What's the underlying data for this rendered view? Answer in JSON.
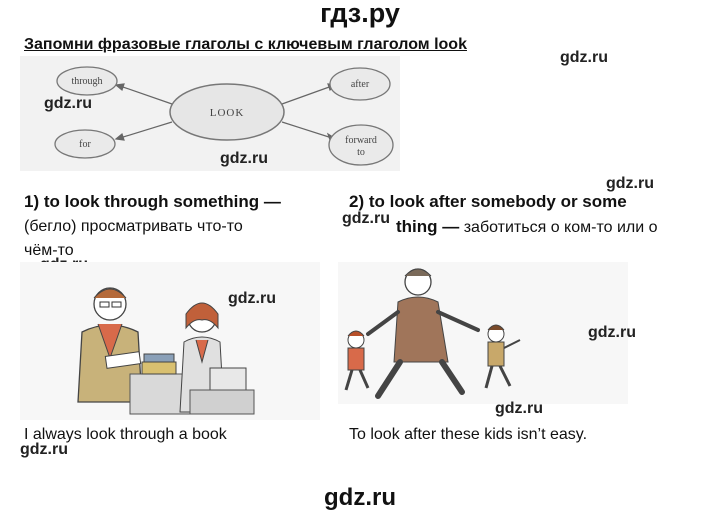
{
  "site_header": "гдз.ру",
  "heading": "Запомни фразовые глаголы с ключевым глаголом look",
  "watermark": "gdz.ru",
  "diagram": {
    "center": "LOOK",
    "left_top": "through",
    "left_bottom": "for",
    "right_top": "after",
    "right_bottom_line1": "forward",
    "right_bottom_line2": "to"
  },
  "item1": {
    "title": "1) to look through something —",
    "translation_line1": "(бегло) просматривать что-то",
    "translation_line2": "чём-то",
    "caption": "I always look through a book"
  },
  "item2": {
    "title": "2) to look after somebody or some",
    "title_cont": "thing —",
    "translation": "заботиться о ком-то или о",
    "caption": "To look after these kids isn’t easy."
  },
  "footer": "gdz.ru",
  "illustrations": {
    "left": "man-reading-book-at-shop-counter",
    "right": "man-holding-two-kids"
  }
}
